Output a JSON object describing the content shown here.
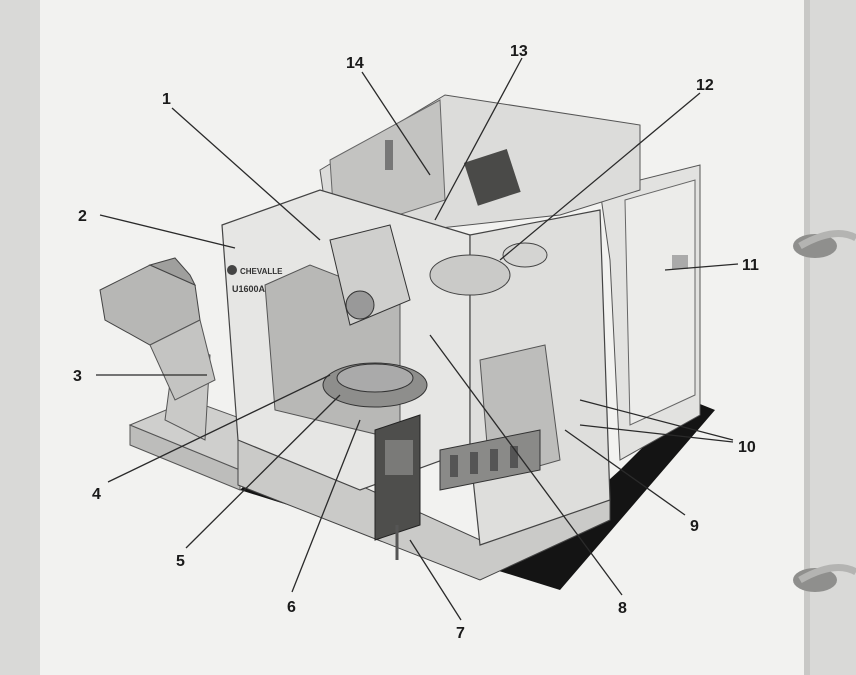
{
  "diagram": {
    "machine_logo_brand": "CHEVALLE",
    "machine_model": "U1600A",
    "callouts": [
      "1",
      "2",
      "3",
      "4",
      "5",
      "6",
      "7",
      "8",
      "9",
      "10",
      "11",
      "12",
      "13",
      "14"
    ]
  },
  "colors": {
    "page_background": "#f2f2f0",
    "desk_background": "#d9d9d7",
    "machine_body": "#e6e6e4",
    "machine_shadow": "#141414",
    "leader_lines": "#2a2a2a",
    "binder_ring": "#a9a9a7"
  }
}
